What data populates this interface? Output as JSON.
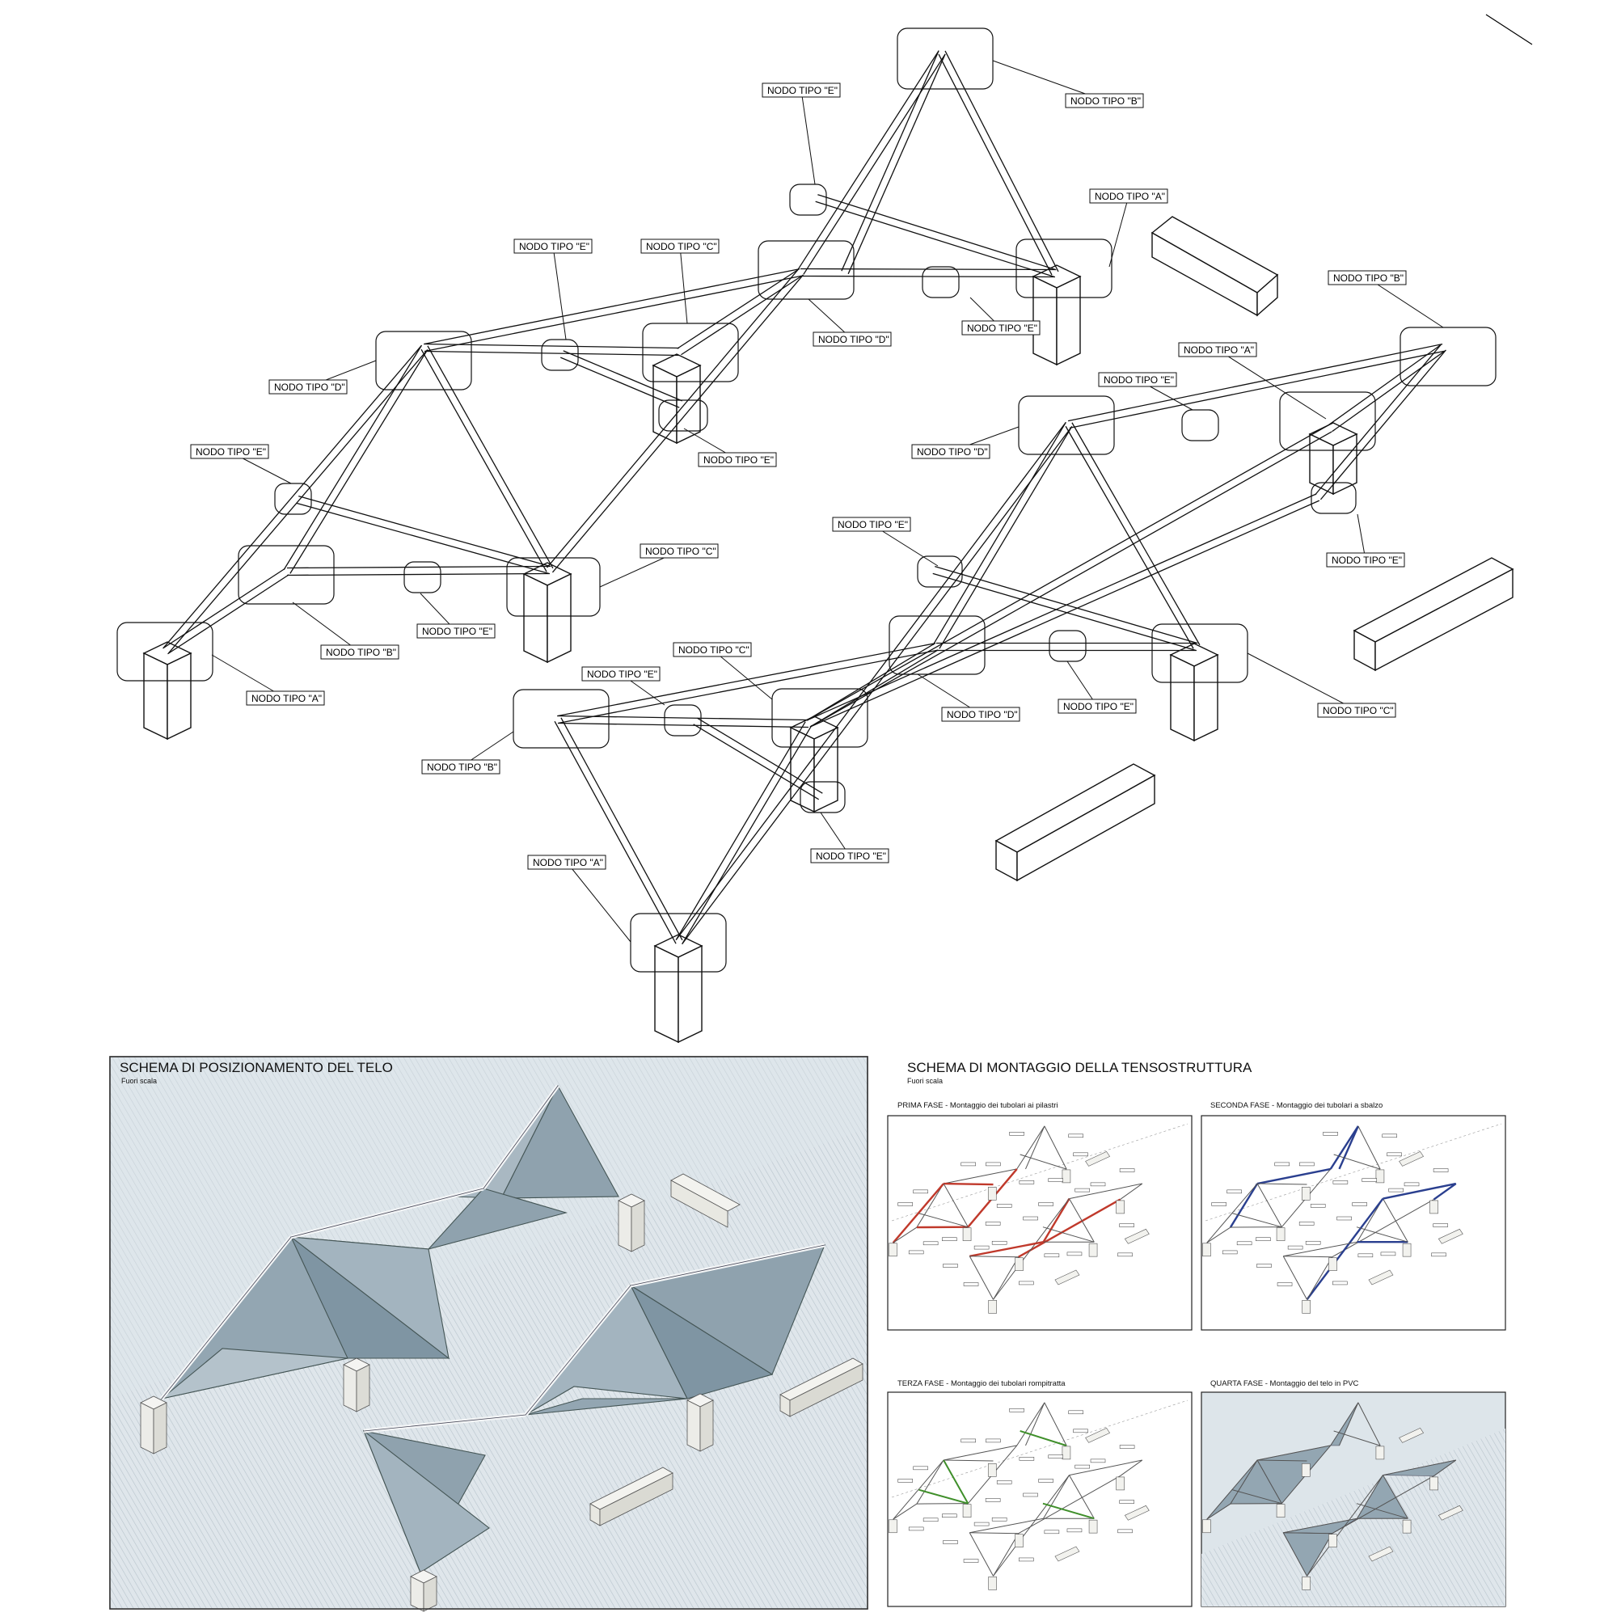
{
  "main_drawing": {
    "labels": [
      "NODO TIPO \"E\"",
      "NODO TIPO \"B\"",
      "NODO TIPO \"A\"",
      "NODO TIPO \"E\"",
      "NODO TIPO \"C\"",
      "NODO TIPO \"D\"",
      "NODO TIPO \"E\"",
      "NODO TIPO \"D\"",
      "NODO TIPO \"E\"",
      "NODO TIPO \"E\"",
      "NODO TIPO \"C\"",
      "NODO TIPO \"E\"",
      "NODO TIPO \"B\"",
      "NODO TIPO \"A\"",
      "NODO TIPO \"B\"",
      "NODO TIPO \"A\"",
      "NODO TIPO \"E\"",
      "NODO TIPO \"D\"",
      "NODO TIPO \"E\"",
      "NODO TIPO \"E\"",
      "NODO TIPO \"C\"",
      "NODO TIPO \"E\"",
      "NODO TIPO \"D\"",
      "NODO TIPO \"E\"",
      "NODO TIPO \"C\"",
      "NODO TIPO \"B\"",
      "NODO TIPO \"E\"",
      "NODO TIPO \"A\""
    ]
  },
  "panel_telo": {
    "title": "SCHEMA DI POSIZIONAMENTO DEL TELO",
    "subtitle": "Fuori scala"
  },
  "panel_montaggio": {
    "title": "SCHEMA DI MONTAGGIO DELLA TENSOSTRUTTURA",
    "subtitle": "Fuori scala",
    "phases": [
      {
        "label": "PRIMA FASE - Montaggio dei tubolari ai pilastri",
        "highlight": "#c0392b"
      },
      {
        "label": "SECONDA FASE - Montaggio dei tubolari a sbalzo",
        "highlight": "#2a3f8f"
      },
      {
        "label": "TERZA FASE - Montaggio dei tubolari rompitratta",
        "highlight": "#3f8f2a"
      },
      {
        "label": "QUARTA FASE - Montaggio del telo in PVC",
        "highlight": "#8fa3b0"
      }
    ]
  },
  "colors": {
    "membrane": "#9aaab5",
    "ground_hatch": "#c9d3da",
    "line": "#1a1a1a"
  }
}
